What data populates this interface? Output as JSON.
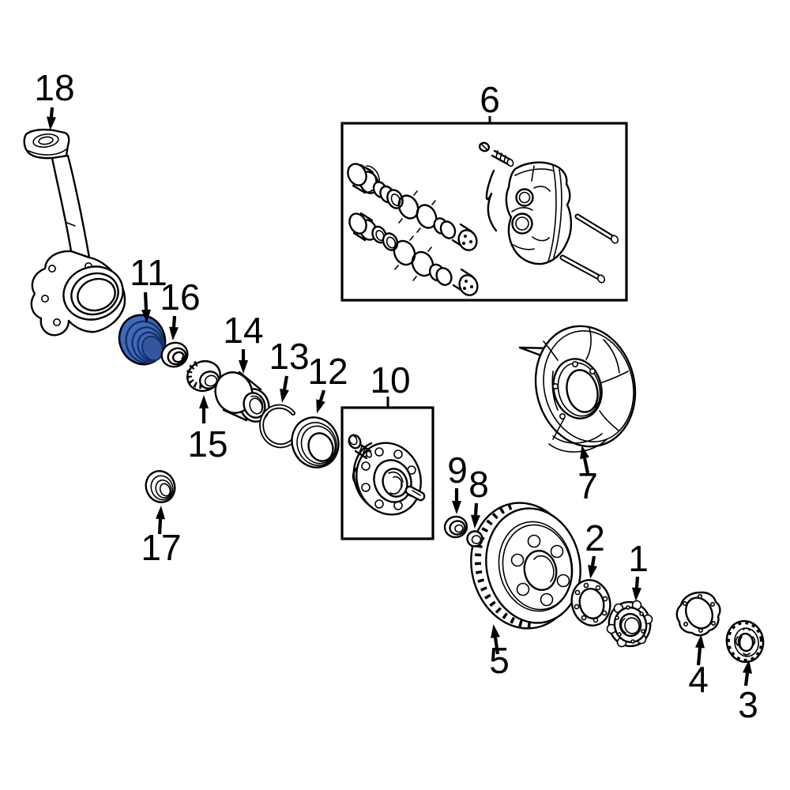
{
  "diagram": {
    "description_labels_visible": "numeric part callouts only",
    "callouts": [
      {
        "label": "1"
      },
      {
        "label": "2"
      },
      {
        "label": "3"
      },
      {
        "label": "4"
      },
      {
        "label": "5"
      },
      {
        "label": "6"
      },
      {
        "label": "7"
      },
      {
        "label": "8"
      },
      {
        "label": "9"
      },
      {
        "label": "10"
      },
      {
        "label": "11"
      },
      {
        "label": "12"
      },
      {
        "label": "13"
      },
      {
        "label": "14"
      },
      {
        "label": "15"
      },
      {
        "label": "16"
      },
      {
        "label": "17"
      },
      {
        "label": "18"
      }
    ],
    "highlight": {
      "part": "11",
      "fill": "#3f6ab8",
      "fill_dark": "#33579f",
      "line": "#16306b"
    },
    "line_color": "#000000",
    "background": "#ffffff"
  }
}
